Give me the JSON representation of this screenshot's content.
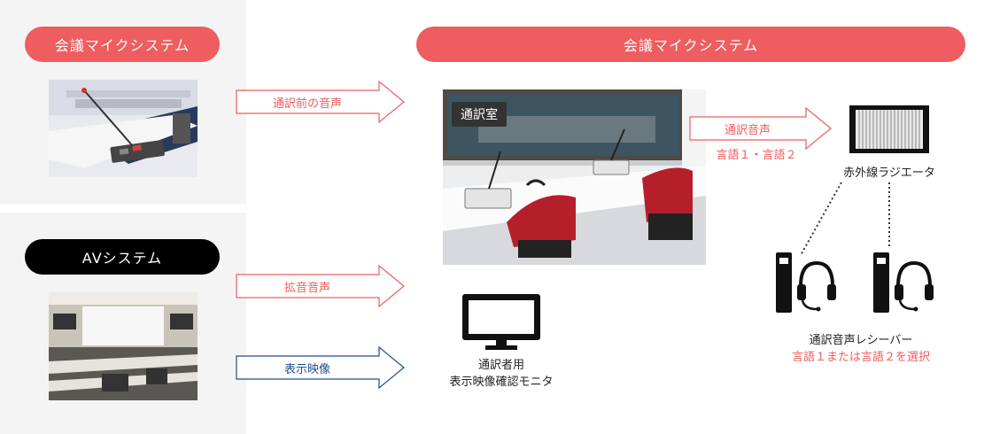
{
  "left_top": {
    "label": "会議マイクシステム"
  },
  "left_bottom": {
    "label": "AVシステム"
  },
  "main_header": {
    "label": "会議マイクシステム"
  },
  "arrows": {
    "pre_interp": "通訳前の音声",
    "amplified": "拡音音声",
    "display": "表示映像",
    "interp_audio": "通訳音声"
  },
  "booth": {
    "tag": "通訳室"
  },
  "languages": "言語１・言語２",
  "radiator": {
    "label": "赤外線ラジエータ"
  },
  "monitor": {
    "line1": "通訳者用",
    "line2": "表示映像確認モニタ"
  },
  "receiver": {
    "line1": "通訳音声レシーバー",
    "line2": "言語１または言語２を選択"
  },
  "colors": {
    "accent": "#ee5d5f",
    "blue": "#1f4e8c",
    "dark": "#000000"
  }
}
